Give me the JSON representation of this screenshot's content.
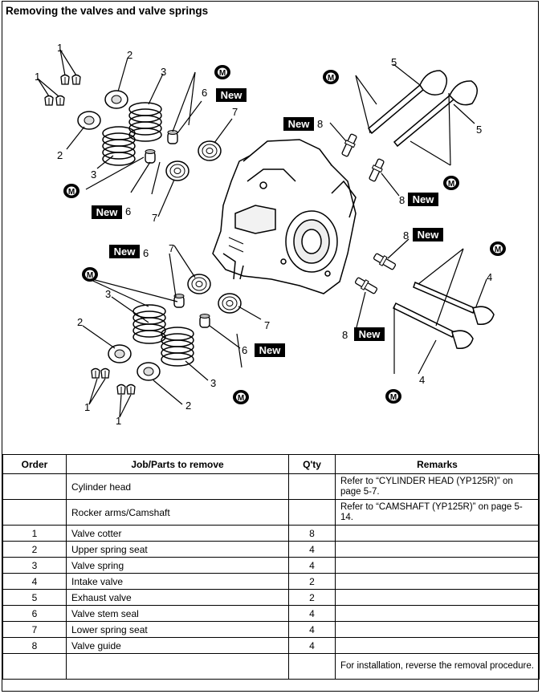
{
  "title": "Removing the valves and valve springs",
  "badge_new": "New",
  "badge_m": "M",
  "callouts": {
    "n1": "1",
    "n2": "2",
    "n3": "3",
    "n4": "4",
    "n5": "5",
    "n6": "6",
    "n7": "7",
    "n8": "8"
  },
  "table": {
    "headers": [
      "Order",
      "Job/Parts to remove",
      "Q'ty",
      "Remarks"
    ],
    "rows": [
      {
        "order": "",
        "part": "Cylinder head",
        "qty": "",
        "remarks": "Refer to “CYLINDER HEAD (YP125R)” on page 5-7."
      },
      {
        "order": "",
        "part": "Rocker arms/Camshaft",
        "qty": "",
        "remarks": "Refer to “CAMSHAFT (YP125R)” on page 5-14."
      },
      {
        "order": "1",
        "part": "Valve cotter",
        "qty": "8",
        "remarks": ""
      },
      {
        "order": "2",
        "part": "Upper spring seat",
        "qty": "4",
        "remarks": ""
      },
      {
        "order": "3",
        "part": "Valve spring",
        "qty": "4",
        "remarks": ""
      },
      {
        "order": "4",
        "part": "Intake valve",
        "qty": "2",
        "remarks": ""
      },
      {
        "order": "5",
        "part": "Exhaust valve",
        "qty": "2",
        "remarks": ""
      },
      {
        "order": "6",
        "part": "Valve stem seal",
        "qty": "4",
        "remarks": ""
      },
      {
        "order": "7",
        "part": "Lower spring seat",
        "qty": "4",
        "remarks": ""
      },
      {
        "order": "8",
        "part": "Valve guide",
        "qty": "4",
        "remarks": ""
      },
      {
        "order": "",
        "part": "",
        "qty": "",
        "remarks": "For installation, reverse the removal procedure."
      }
    ]
  }
}
